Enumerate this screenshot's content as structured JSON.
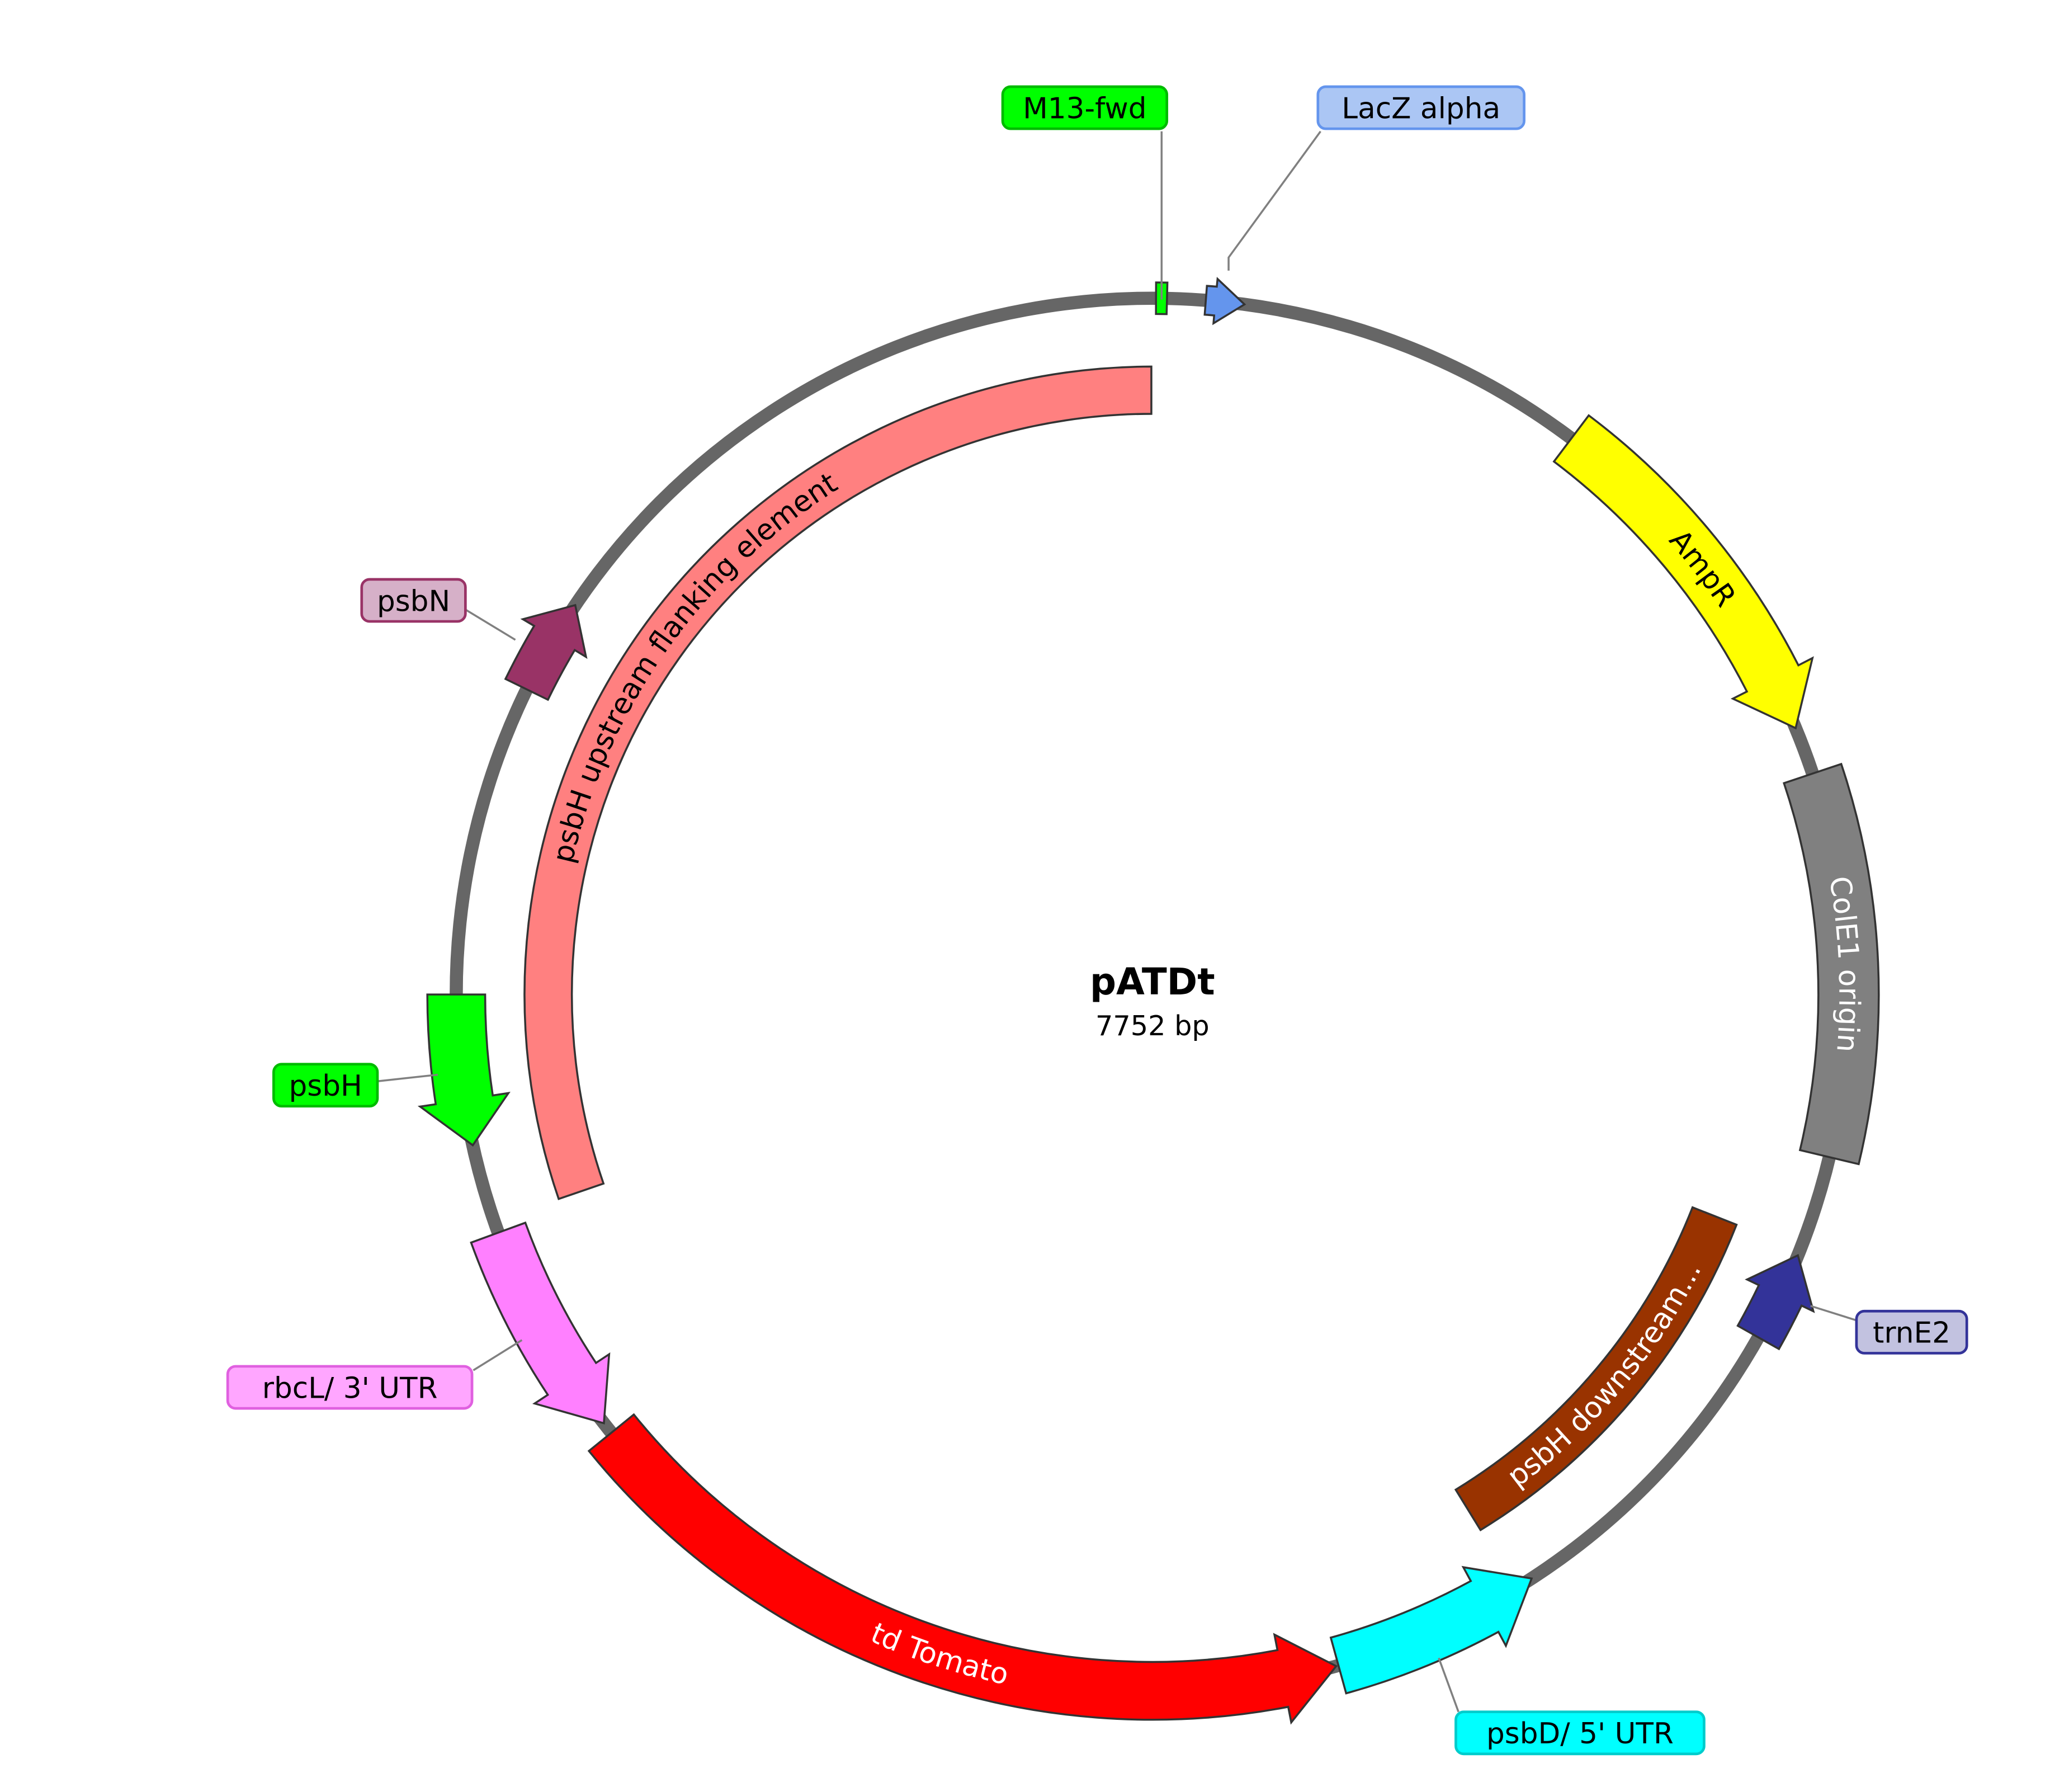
{
  "plasmid": {
    "name": "pATDt",
    "length": "7752 bp"
  },
  "backbone_color": "#666666",
  "features": [
    {
      "name": "M13-fwd",
      "color": "#00ff00",
      "text_color": "#000000"
    },
    {
      "name": "LacZ alpha",
      "color": "#6495ed",
      "text_color": "#000000"
    },
    {
      "name": "AmpR",
      "color": "#ffff00",
      "text_color": "#000000"
    },
    {
      "name": "ColE1 origin",
      "color": "#808080",
      "text_color": "#ffffff"
    },
    {
      "name": "trnE2",
      "color": "#333399",
      "text_color": "#000000"
    },
    {
      "name": "psbD/ 5' UTR",
      "color": "#00ffff",
      "text_color": "#000000"
    },
    {
      "name": "td Tomato",
      "color": "#ff0000",
      "text_color": "#ffffff"
    },
    {
      "name": "rbcL/ 3' UTR",
      "color": "#ff80ff",
      "text_color": "#000000"
    },
    {
      "name": "psbH",
      "color": "#00ff00",
      "text_color": "#000000"
    },
    {
      "name": "psbN",
      "color": "#993366",
      "text_color": "#000000"
    },
    {
      "name": "psbH upstream flanking element",
      "color": "#ff8080",
      "text_color": "#000000"
    },
    {
      "name": "psbH downstream...",
      "color": "#993300",
      "text_color": "#ffffff"
    }
  ],
  "callouts": [
    {
      "text": "M13-fwd",
      "fill": "#00ff00",
      "stroke": "#00bb00"
    },
    {
      "text": "LacZ alpha",
      "fill": "#abc6f4",
      "stroke": "#6495ed"
    },
    {
      "text": "trnE2",
      "fill": "#c2c2e0",
      "stroke": "#333399"
    },
    {
      "text": "psbD/ 5' UTR",
      "fill": "#00ffff",
      "stroke": "#00cccc"
    },
    {
      "text": "rbcL/ 3' UTR",
      "fill": "#ffa6ff",
      "stroke": "#e060e0"
    },
    {
      "text": "psbH",
      "fill": "#00ff00",
      "stroke": "#00bb00"
    },
    {
      "text": "psbN",
      "fill": "#d6b0c8",
      "stroke": "#993366"
    }
  ]
}
